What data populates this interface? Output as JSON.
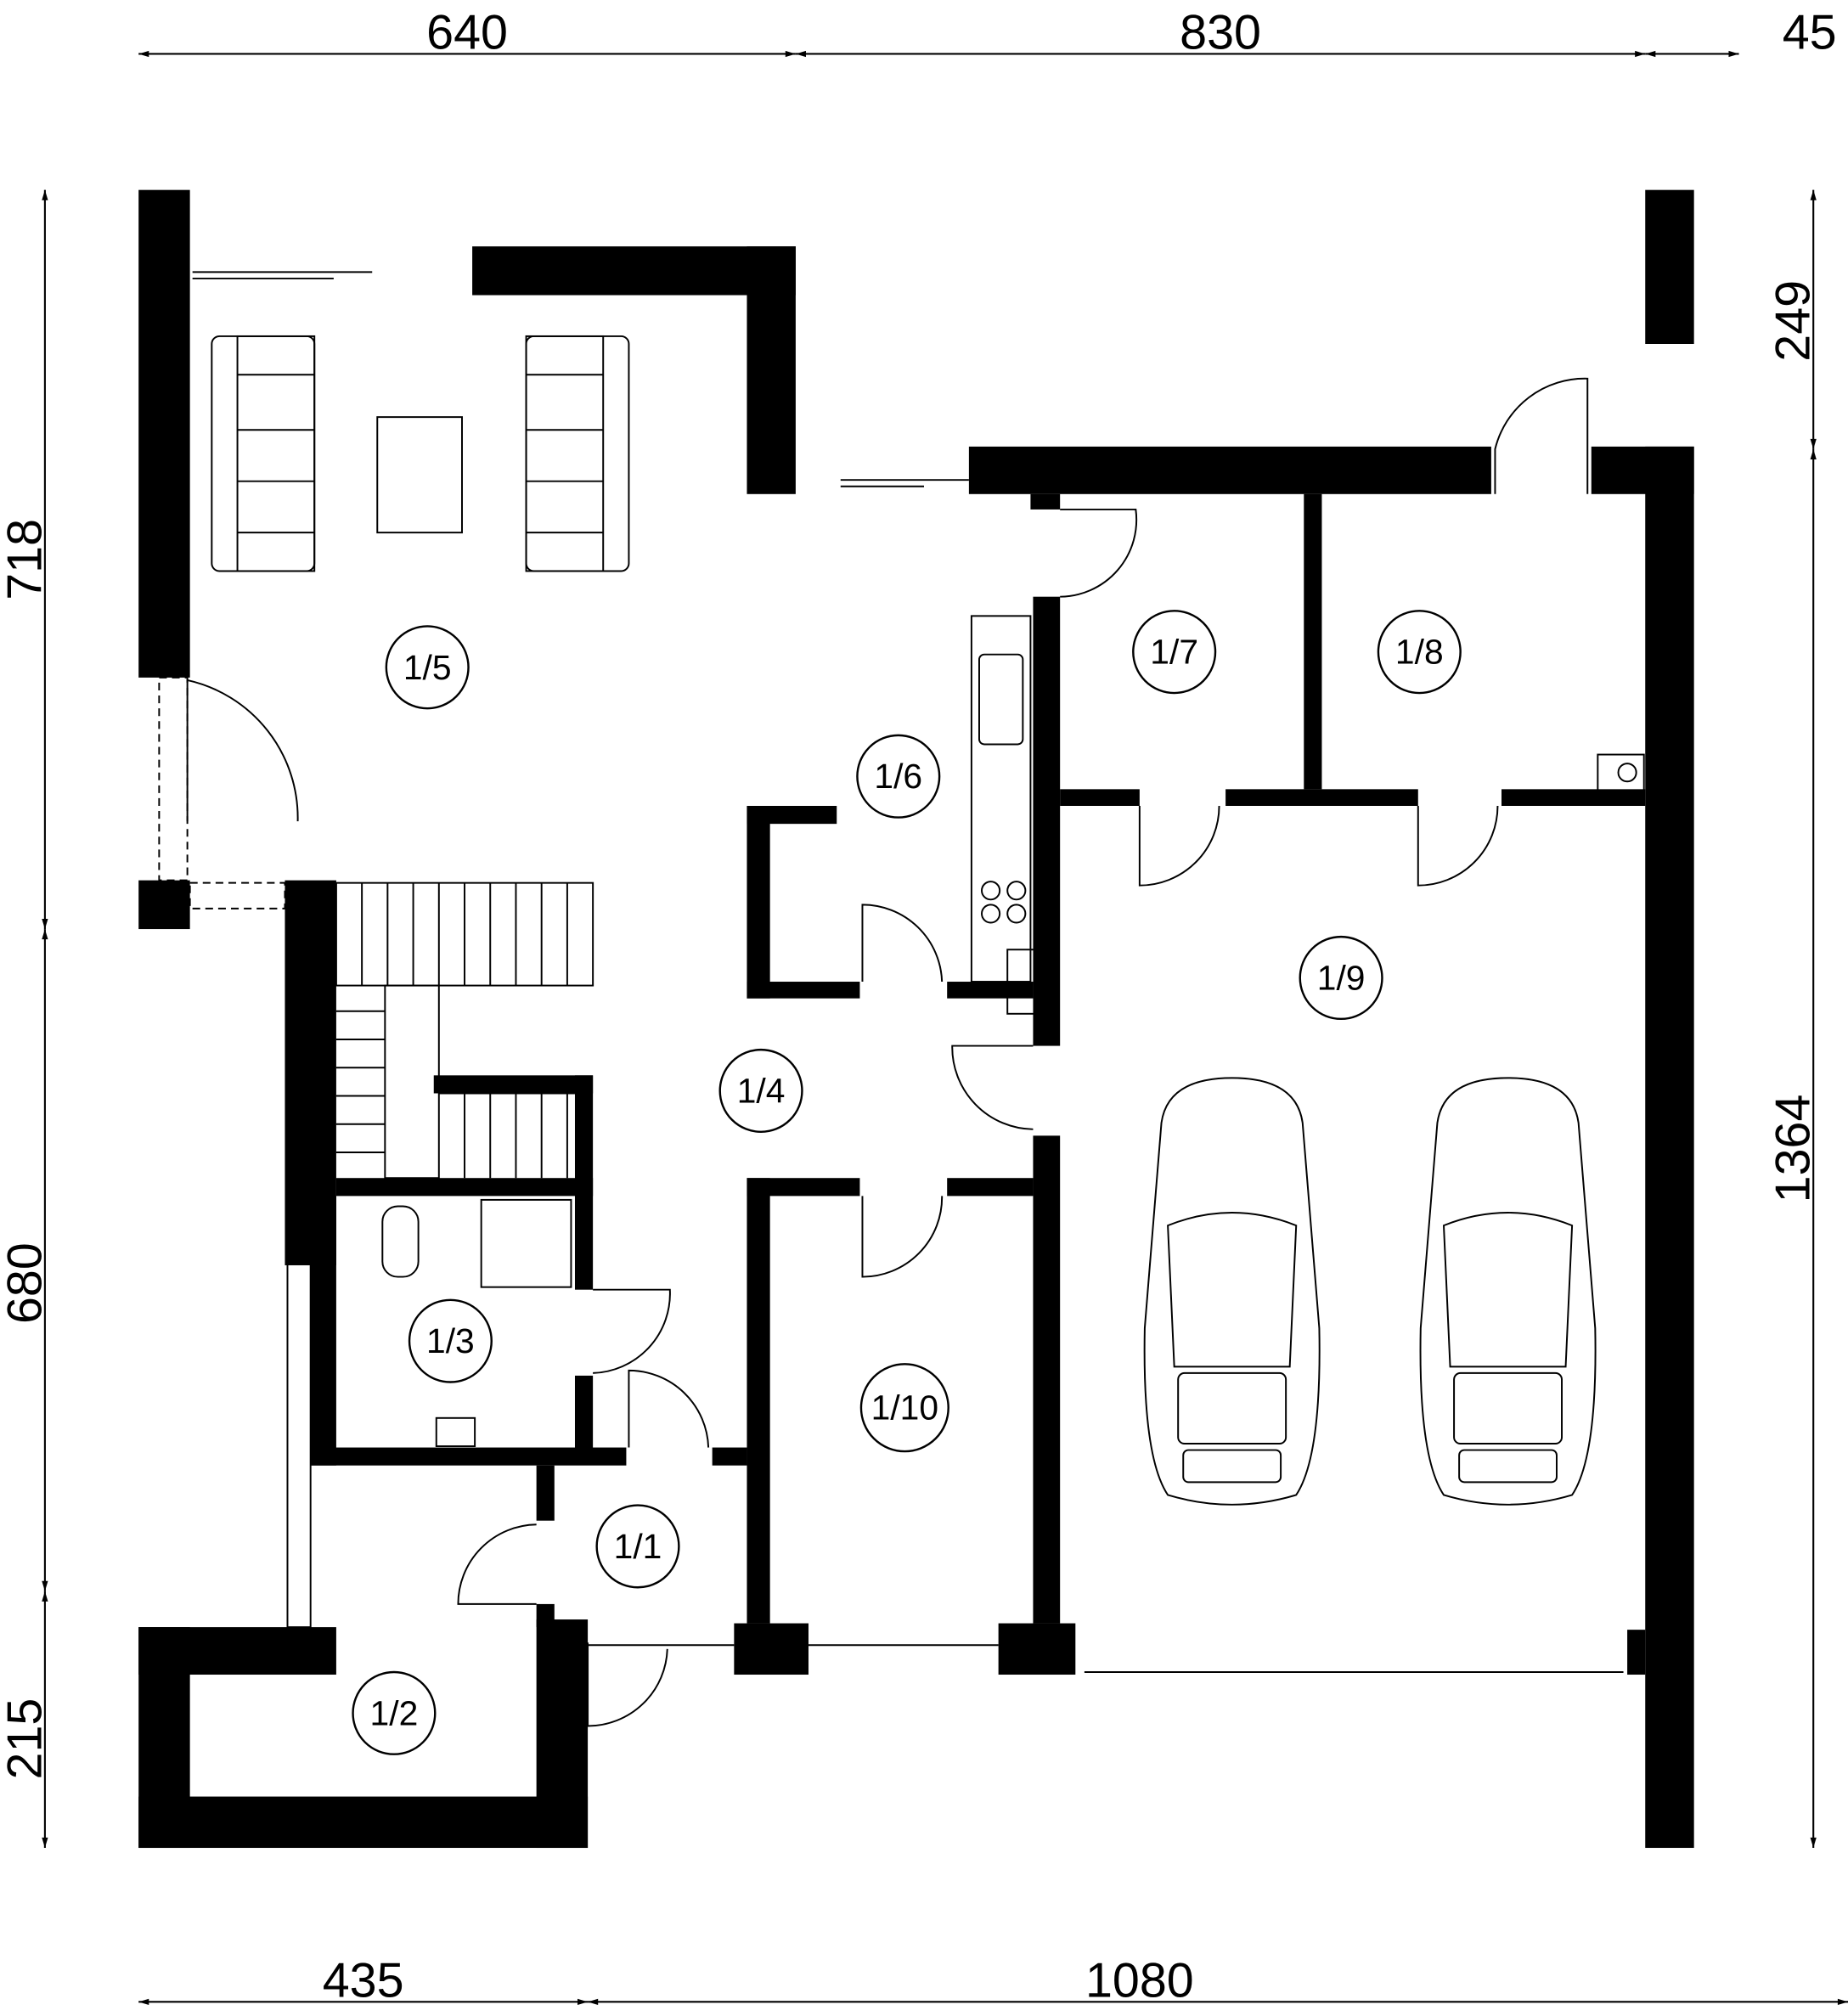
{
  "title": "Ground floor plan",
  "dimensions": {
    "top": [
      "640",
      "830",
      "45"
    ],
    "left": [
      "718",
      "680",
      "215"
    ],
    "right": [
      "249",
      "1364"
    ],
    "bottom": [
      "435",
      "1080"
    ]
  },
  "rooms": [
    "1/1",
    "1/2",
    "1/3",
    "1/4",
    "1/5",
    "1/6",
    "1/7",
    "1/8",
    "1/9",
    "1/10"
  ],
  "colors": {
    "wall": "#000000",
    "background": "#ffffff"
  }
}
